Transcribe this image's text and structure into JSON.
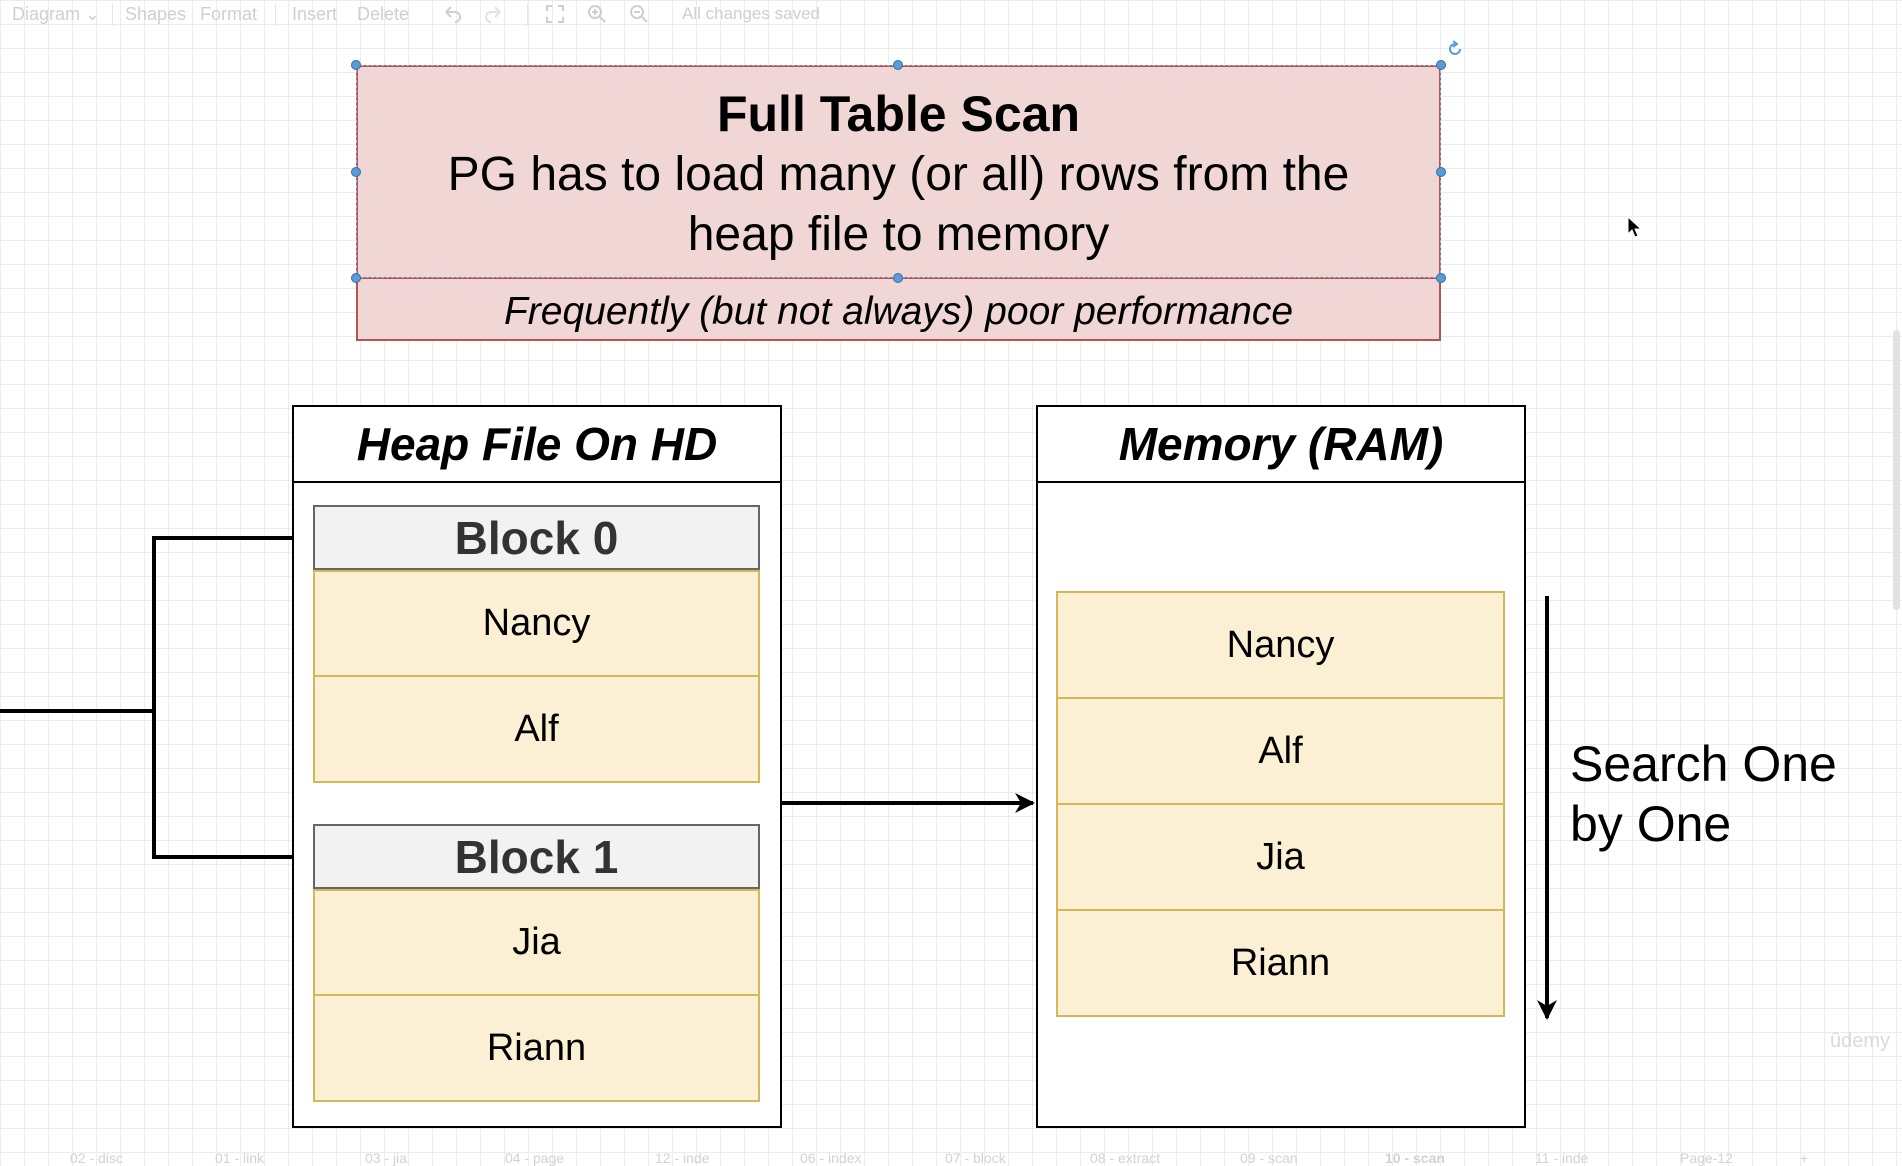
{
  "toolbar": {
    "diagram": "Diagram",
    "shapes": "Shapes",
    "format": "Format",
    "insert": "Insert",
    "delete": "Delete",
    "status": "All changes saved"
  },
  "title_box": {
    "heading": "Full Table Scan",
    "description": "PG has to load many (or all) rows from the heap file to memory",
    "note": "Frequently (but not always) poor performance"
  },
  "heap_file": {
    "title": "Heap File On HD",
    "blocks": [
      {
        "label": "Block 0",
        "rows": [
          "Nancy",
          "Alf"
        ]
      },
      {
        "label": "Block 1",
        "rows": [
          "Jia",
          "Riann"
        ]
      }
    ]
  },
  "memory": {
    "title": "Memory (RAM)",
    "rows": [
      "Nancy",
      "Alf",
      "Jia",
      "Riann"
    ]
  },
  "search_label": "Search One by One",
  "watermark": "ûdemy",
  "bottom_tabs": [
    "02 - disc",
    "01 - link",
    "03 - jia",
    "04 - page",
    "12 - inde",
    "06 - index",
    "07 - block",
    "08 - extract",
    "09 - scan",
    "10 - scan",
    "11 - inde",
    "Page-12"
  ]
}
